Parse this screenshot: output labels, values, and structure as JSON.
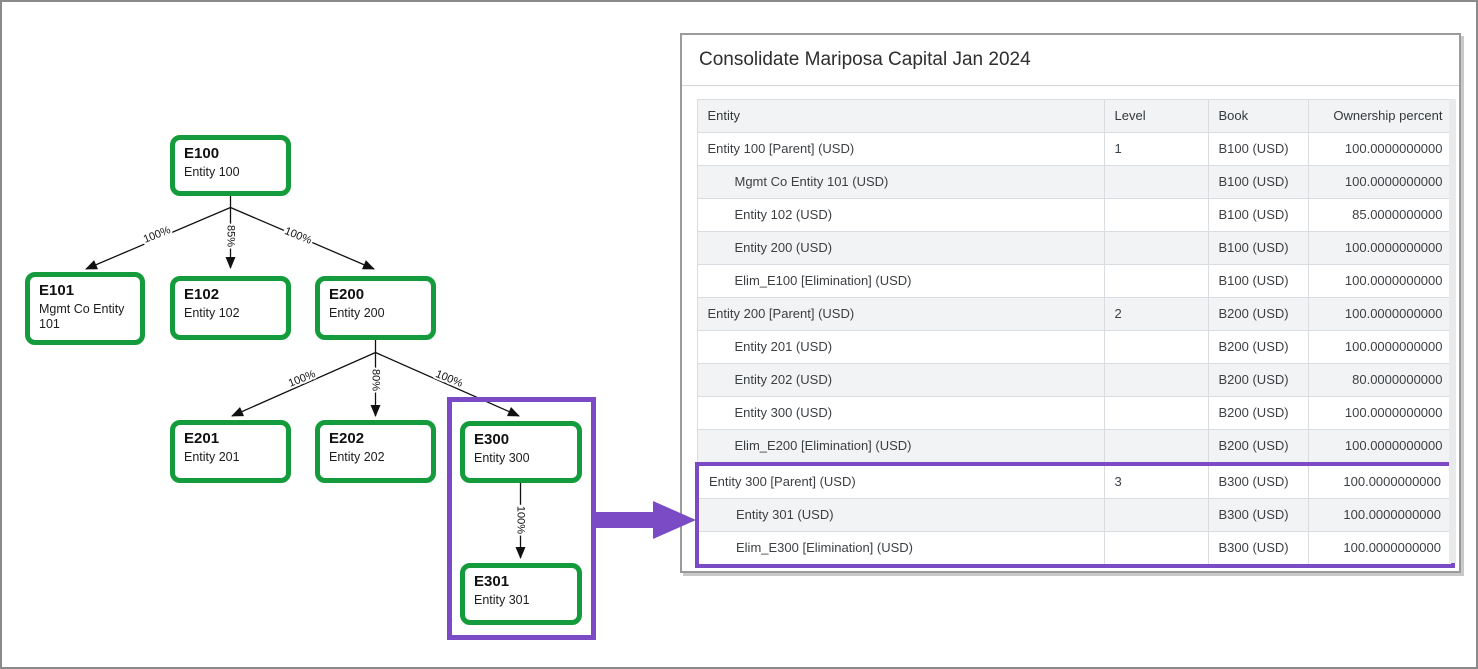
{
  "colors": {
    "node_green": "#149c3c",
    "highlight_purple": "#7a4bc5",
    "table_border": "#d9dce0",
    "stripe_gray": "#f2f3f4",
    "panel_border": "#9b9b9b"
  },
  "diagram": {
    "nodes": [
      {
        "code": "E100",
        "label": "Entity 100"
      },
      {
        "code": "E101",
        "label": "Mgmt Co Entity 101"
      },
      {
        "code": "E102",
        "label": "Entity 102"
      },
      {
        "code": "E200",
        "label": "Entity 200"
      },
      {
        "code": "E201",
        "label": "Entity 201"
      },
      {
        "code": "E202",
        "label": "Entity 202"
      },
      {
        "code": "E300",
        "label": "Entity 300"
      },
      {
        "code": "E301",
        "label": "Entity 301"
      }
    ],
    "edge_labels": [
      "100%",
      "85%",
      "100%",
      "100%",
      "80%",
      "100%",
      "100%"
    ]
  },
  "panel": {
    "title": "Consolidate Mariposa Capital Jan 2024",
    "table": {
      "columns": [
        "Entity",
        "Level",
        "Book",
        "Ownership percent"
      ],
      "rows": [
        {
          "entity": "Entity 100 [Parent] (USD)",
          "level": "1",
          "book": "B100 (USD)",
          "ownership": "100.0000000000"
        },
        {
          "entity": "Mgmt Co Entity 101 (USD)",
          "level": "",
          "book": "B100 (USD)",
          "ownership": "100.0000000000"
        },
        {
          "entity": "Entity 102 (USD)",
          "level": "",
          "book": "B100 (USD)",
          "ownership": "85.0000000000"
        },
        {
          "entity": "Entity 200 (USD)",
          "level": "",
          "book": "B100 (USD)",
          "ownership": "100.0000000000"
        },
        {
          "entity": "Elim_E100 [Elimination] (USD)",
          "level": "",
          "book": "B100 (USD)",
          "ownership": "100.0000000000"
        },
        {
          "entity": "Entity 200 [Parent] (USD)",
          "level": "2",
          "book": "B200 (USD)",
          "ownership": "100.0000000000"
        },
        {
          "entity": "Entity 201 (USD)",
          "level": "",
          "book": "B200 (USD)",
          "ownership": "100.0000000000"
        },
        {
          "entity": "Entity 202 (USD)",
          "level": "",
          "book": "B200 (USD)",
          "ownership": "80.0000000000"
        },
        {
          "entity": "Entity 300 (USD)",
          "level": "",
          "book": "B200 (USD)",
          "ownership": "100.0000000000"
        },
        {
          "entity": "Elim_E200 [Elimination] (USD)",
          "level": "",
          "book": "B200 (USD)",
          "ownership": "100.0000000000"
        },
        {
          "entity": "Entity 300 [Parent] (USD)",
          "level": "3",
          "book": "B300 (USD)",
          "ownership": "100.0000000000"
        },
        {
          "entity": "Entity 301 (USD)",
          "level": "",
          "book": "B300 (USD)",
          "ownership": "100.0000000000"
        },
        {
          "entity": "Elim_E300 [Elimination] (USD)",
          "level": "",
          "book": "B300 (USD)",
          "ownership": "100.0000000000"
        }
      ]
    }
  }
}
